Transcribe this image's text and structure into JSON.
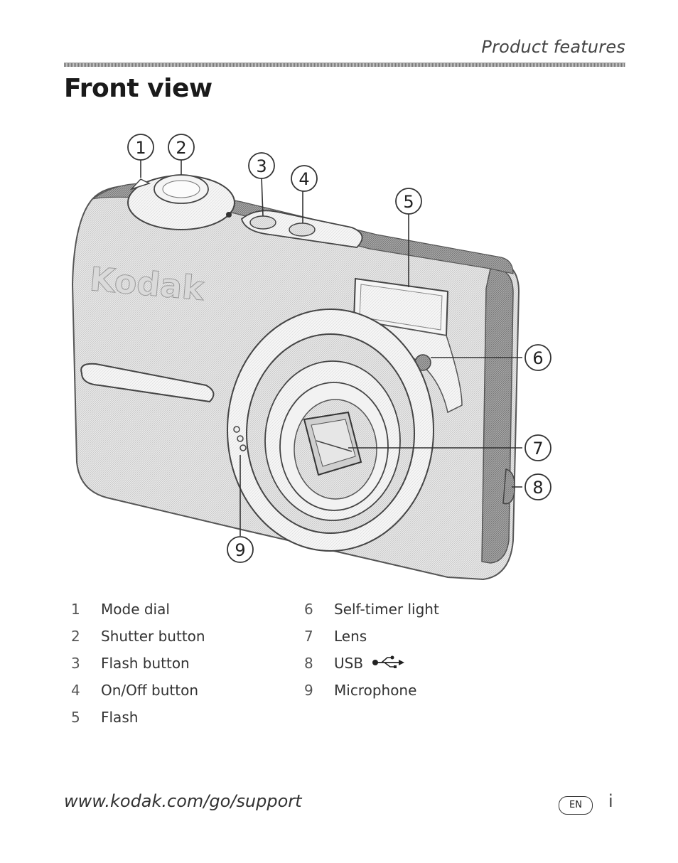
{
  "header": {
    "section_title": "Product features"
  },
  "page": {
    "title": "Front view"
  },
  "illustration": {
    "brand": "Kodak",
    "callouts": [
      "1",
      "2",
      "3",
      "4",
      "5",
      "6",
      "7",
      "8",
      "9"
    ]
  },
  "legend": {
    "items": [
      {
        "num": "1",
        "label": "Mode dial"
      },
      {
        "num": "2",
        "label": "Shutter button"
      },
      {
        "num": "3",
        "label": "Flash button"
      },
      {
        "num": "4",
        "label": "On/Off button"
      },
      {
        "num": "5",
        "label": "Flash"
      },
      {
        "num": "6",
        "label": "Self-timer light"
      },
      {
        "num": "7",
        "label": "Lens"
      },
      {
        "num": "8",
        "label": "USB",
        "icon": "usb-icon"
      },
      {
        "num": "9",
        "label": "Microphone"
      }
    ]
  },
  "footer": {
    "url": "www.kodak.com/go/support",
    "language_badge": "EN",
    "page_number": "i"
  }
}
